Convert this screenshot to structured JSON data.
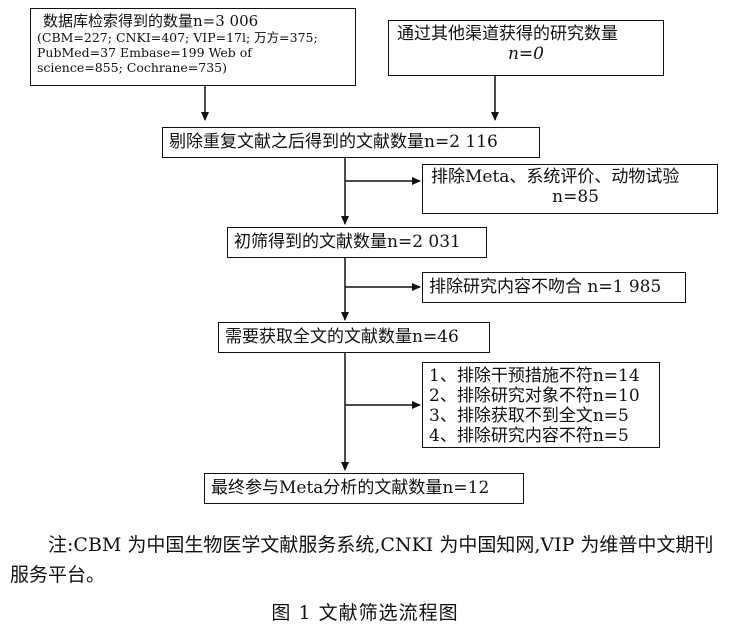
{
  "boxes": {
    "db_search": {
      "title": "数据库检索得到的数量n=3 006",
      "detail_1": "(CBM=227; CNKI=407; VIP=17l; 万方=375;",
      "detail_2": "PubMed=37  Embase=199  Web of",
      "detail_3": "science=855; Cochrane=735)"
    },
    "other_sources": {
      "title": "通过其他渠道获得的研究数量",
      "count": "n=0"
    },
    "after_dedup": "剔除重复文献之后得到的文献数量n=2 116",
    "exclude_meta": {
      "title": "排除Meta、系统评价、动物试验",
      "count": "n=85"
    },
    "initial_screen": "初筛得到的文献数量n=2 031",
    "exclude_content": "排除研究内容不吻合  n=1 985",
    "fulltext_needed": "需要获取全文的文献数量n=46",
    "exclude_reasons": [
      "1、排除干预措施不符n=14",
      "2、排除研究对象不符n=10",
      "3、排除获取不到全文n=5",
      "4、排除研究内容不符n=5"
    ],
    "final": "最终参与Meta分析的文献数量n=12"
  },
  "note": "注:CBM 为中国生物医学文献服务系统,CNKI 为中国知网,VIP 为维普中文期刊服务平台。",
  "caption": "图 1    文献筛选流程图"
}
